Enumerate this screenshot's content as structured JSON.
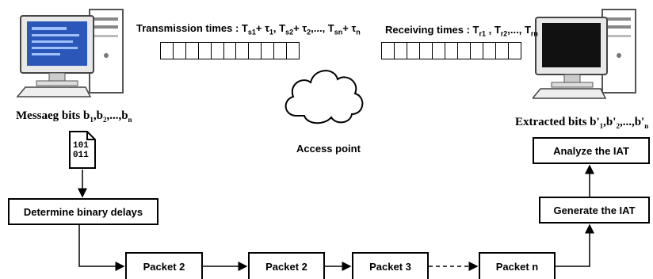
{
  "transmission": {
    "prefix": "Transmission times : T",
    "s1": "s1",
    "plus_tau1": "+ τ",
    "sub1": "1",
    "sep1": ", T",
    "s2": "s2",
    "plus_tau2": "+ τ",
    "sub2": "2",
    "sep2": ",..., T",
    "sn": "sn",
    "plus_taun": "+ τ",
    "subn": "n"
  },
  "receiving": {
    "prefix": "Receiving  times : T",
    "r1": "r1",
    "sep1": " , T",
    "r2": "r2",
    "sep2": ",..., T",
    "rn": "rn"
  },
  "message": {
    "prefix": "Messaeg bits b",
    "s1": "1",
    "mid1": ",b",
    "s2": "2",
    "mid2": ",...,b",
    "sn": "n"
  },
  "extracted": {
    "prefix": "Extracted bits  b'",
    "s1": "1",
    "mid1": ",b'",
    "s2": "2",
    "mid2": ",...,b'",
    "sn": "n"
  },
  "file_bits": {
    "line1": "101",
    "line2": "011"
  },
  "access_point": "Access point",
  "boxes": {
    "determine": "Determine binary delays",
    "generate": "Generate the IAT",
    "analyze": "Analyze the IAT"
  },
  "packets": [
    "Packet 2",
    "Packet 2",
    "Packet 3",
    "Packet n"
  ]
}
